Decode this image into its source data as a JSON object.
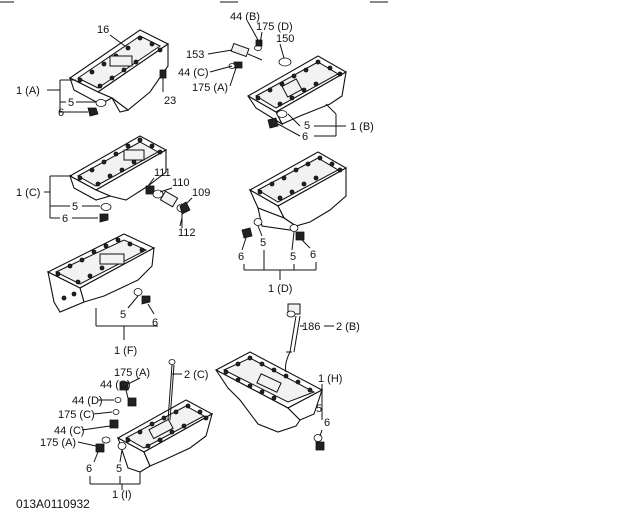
{
  "labels": {
    "l16": "16",
    "l23": "23",
    "l1a": "1 (A)",
    "l1b": "1 (B)",
    "l1c": "1 (C)",
    "l1d": "1 (D)",
    "l1f": "1 (F)",
    "l1h": "1 (H)",
    "l1i": "1 (I)",
    "l2b": "2 (B)",
    "l2c": "2 (C)",
    "l5": "5",
    "l6": "6",
    "l44b": "44 (B)",
    "l44c": "44 (C)",
    "l44d": "44 (D)",
    "l175a": "175 (A)",
    "l175c": "175 (C)",
    "l175d": "175 (D)",
    "l150": "150",
    "l153": "153",
    "l109": "109",
    "l110": "110",
    "l111": "111",
    "l112": "112",
    "l186": "186",
    "ref": "013A0110932"
  }
}
